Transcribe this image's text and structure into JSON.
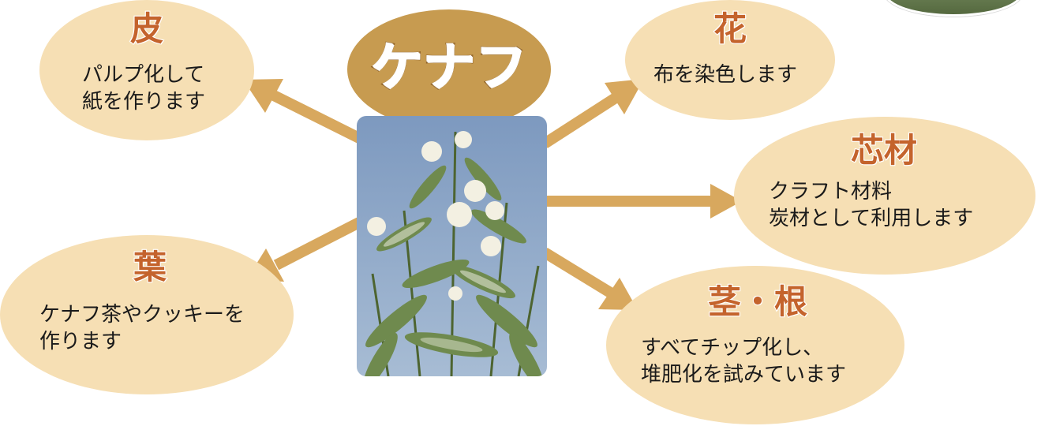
{
  "center": {
    "title": "ケナフ",
    "title_color": "#ffffff",
    "bubble_color": "#c79b50"
  },
  "parts": {
    "bark": {
      "title": "皮",
      "text": "パルプ化して\n紙を作ります"
    },
    "flower": {
      "title": "花",
      "text": "布を染色します"
    },
    "core": {
      "title": "芯材",
      "text": "クラフト材料\n炭材として利用します"
    },
    "leaf": {
      "title": "葉",
      "text": "ケナフ茶やクッキーを\n作ります"
    },
    "stem": {
      "title": "茎・根",
      "text": "すべてチップ化し、\n堆肥化を試みています"
    }
  },
  "colors": {
    "bubble": "#f6dfb4",
    "arrow": "#d8a85e",
    "title_text": "#c4632c",
    "body_text": "#1a1a1a"
  },
  "icons": {
    "center_photo": "kenaf-plant-photo",
    "corner_photo": "kenaf-field-photo"
  }
}
